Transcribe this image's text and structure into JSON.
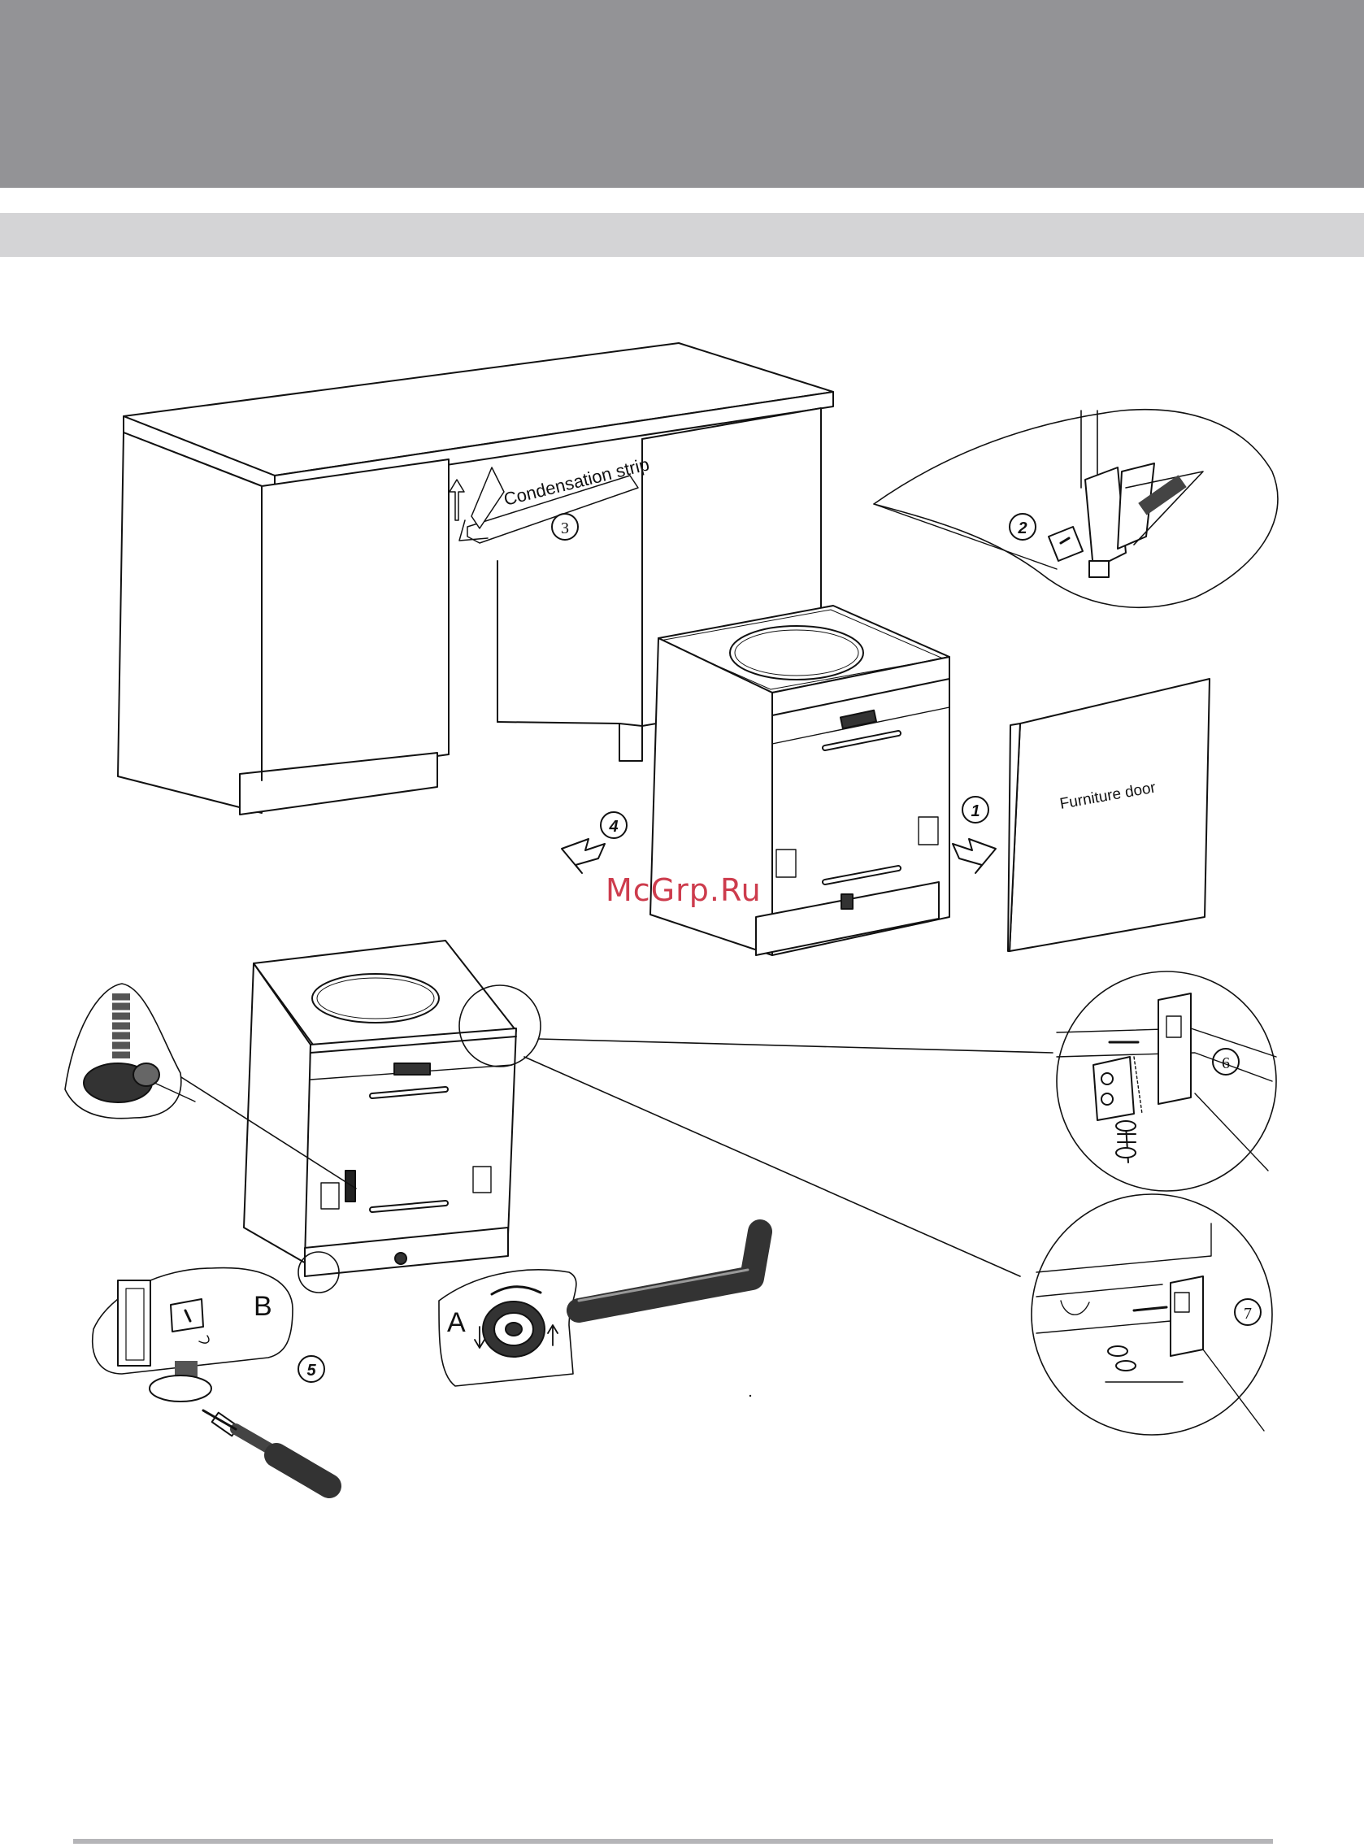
{
  "header": {
    "band_color": "#939396",
    "subband_color": "#d4d4d6"
  },
  "diagram": {
    "condensation_label": "Condensation strip",
    "furniture_door_label": "Furniture door",
    "steps": {
      "s1": "1",
      "s2": "2",
      "s3": "3",
      "s4": "4",
      "s5": "5",
      "s6": "6",
      "s7": "7"
    },
    "detail_a": "A",
    "detail_b": "B"
  },
  "watermark": {
    "text": "McGrp.Ru",
    "color": "#c8283a"
  }
}
